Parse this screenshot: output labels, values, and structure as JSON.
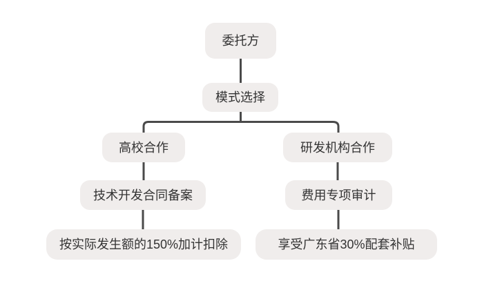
{
  "diagram": {
    "type": "flowchart",
    "nodes": {
      "client": {
        "label": "委托方"
      },
      "mode_selection": {
        "label": "模式选择"
      },
      "university_coop": {
        "label": "高校合作"
      },
      "rd_institution_coop": {
        "label": "研发机构合作"
      },
      "tech_contract_filing": {
        "label": "技术开发合同备案"
      },
      "expense_audit": {
        "label": "费用专项审计"
      },
      "deduction_150": {
        "label": "按实际发生额的150%加计扣除"
      },
      "subsidy_30": {
        "label": "享受广东省30%配套补贴"
      }
    },
    "edges": [
      {
        "from": "client",
        "to": "mode_selection"
      },
      {
        "from": "mode_selection",
        "to": "university_coop"
      },
      {
        "from": "mode_selection",
        "to": "rd_institution_coop"
      },
      {
        "from": "university_coop",
        "to": "tech_contract_filing"
      },
      {
        "from": "rd_institution_coop",
        "to": "expense_audit"
      },
      {
        "from": "tech_contract_filing",
        "to": "deduction_150"
      },
      {
        "from": "expense_audit",
        "to": "subsidy_30"
      }
    ],
    "colors": {
      "node_background": "#f0edec",
      "node_text": "#333333",
      "connector": "#4a4a4a",
      "canvas_background": "#ffffff"
    }
  }
}
